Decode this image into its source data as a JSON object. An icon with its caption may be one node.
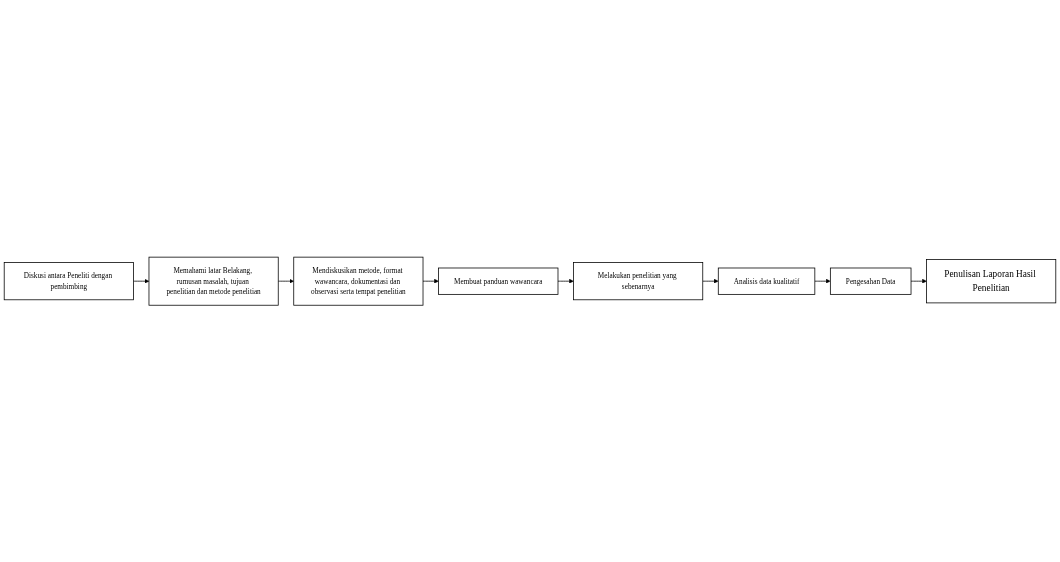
{
  "diagram": {
    "nodes": [
      {
        "text": [
          "Diskusi antara Peneliti dengan pembimbing"
        ]
      },
      {
        "text": [
          "Memahami latar Belakang, rumusan masalah, tujuan penelitian dan metode penelitian"
        ]
      },
      {
        "text": [
          "Mendiskusikan metode, format wawancara, dokumentasi dan observasi serta tempat penelitian"
        ]
      },
      {
        "text": [
          "Analisis data kualitatif"
        ]
      },
      {
        "text": [
          "Melakukan penelitian yang sebenarnya"
        ]
      },
      {
        "text": [
          "Membuat panduan wawancara"
        ]
      },
      {
        "text": [
          "Pengesahan Data"
        ]
      },
      {
        "text": [
          "Penulisan Laporan Hasil Penelitian"
        ]
      }
    ],
    "edges": [
      {
        "from": 0,
        "to": 1,
        "arrow": "to"
      },
      {
        "from": 1,
        "to": 2,
        "arrow": "to"
      },
      {
        "from": 2,
        "to": 5,
        "arrow": "to"
      },
      {
        "from": 5,
        "to": 4,
        "arrow": "to"
      },
      {
        "from": 4,
        "to": 3,
        "arrow": "to"
      },
      {
        "from": 3,
        "to": 6,
        "arrow": "to"
      },
      {
        "from": 6,
        "to": 7,
        "arrow": "to"
      }
    ]
  }
}
